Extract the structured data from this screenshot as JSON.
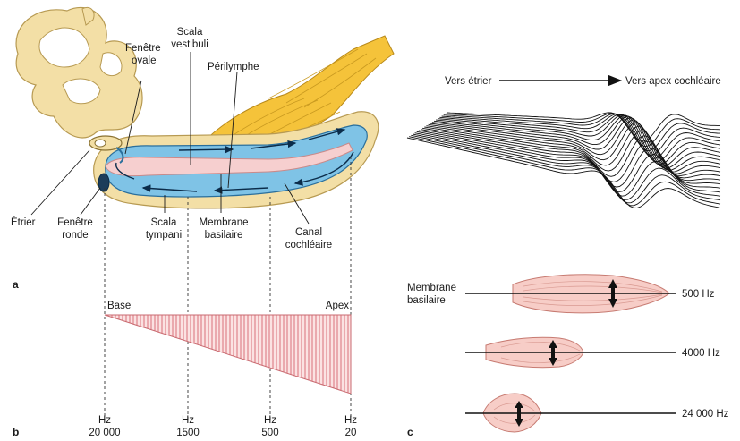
{
  "panel_a": {
    "letter": "a",
    "labels": {
      "fenetre_ovale_1": "Fenêtre",
      "fenetre_ovale_2": "ovale",
      "scala_vestibuli_1": "Scala",
      "scala_vestibuli_2": "vestibuli",
      "perilymphe": "Périlymphe",
      "etrier": "Étrier",
      "fenetre_ronde_1": "Fenêtre",
      "fenetre_ronde_2": "ronde",
      "scala_tympani_1": "Scala",
      "scala_tympani_2": "tympani",
      "membrane_basilaire_1": "Membrane",
      "membrane_basilaire_2": "basilaire",
      "canal_cochleaire_1": "Canal",
      "canal_cochleaire_2": "cochléaire"
    }
  },
  "panel_b": {
    "letter": "b",
    "base_label": "Base",
    "apex_label": "Apex",
    "freq_unit": "Hz",
    "freqs": [
      "20 000",
      "1500",
      "500",
      "20"
    ]
  },
  "panel_c": {
    "letter": "c",
    "direction_from": "Vers étrier",
    "direction_to": "Vers apex cochléaire",
    "membrane_label_1": "Membrane",
    "membrane_label_2": "basilaire",
    "freq_labels": [
      "500 Hz",
      "4000 Hz",
      "24 000 Hz"
    ]
  },
  "colors": {
    "bone": "#f3dfa6",
    "bone_stroke": "#b79a52",
    "fluid_blue": "#7fc3e6",
    "membrane_pink": "#f6cfcf",
    "nerve_yellow": "#f5c33a",
    "stripe_red": "#d9707a"
  }
}
